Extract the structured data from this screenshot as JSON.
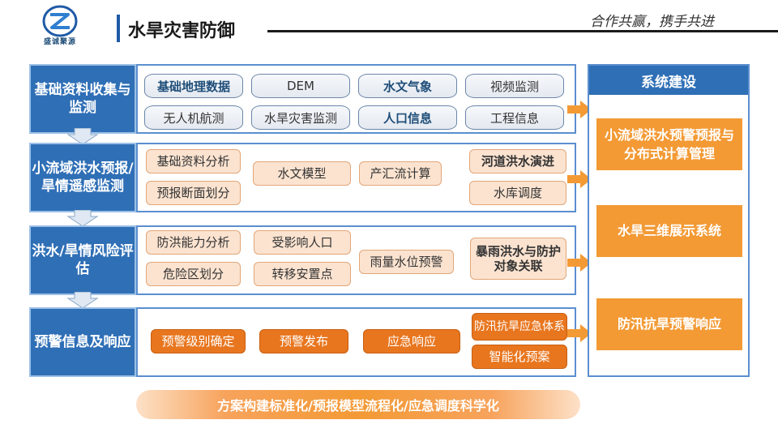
{
  "header": {
    "logo_text": "盛诚聚源",
    "title": "水旱灾害防御",
    "slogan": "合作共赢，携手共进"
  },
  "rows": {
    "r1": {
      "label": "基础资料收集与监测",
      "items": [
        "基础地理数据",
        "DEM",
        "水文气象",
        "视频监测",
        "无人机航测",
        "水旱灾害监测",
        "人口信息",
        "工程信息"
      ]
    },
    "r2": {
      "label": "小流域洪水预报/旱情遥感监测",
      "items": [
        "基础资料分析",
        "预报断面划分",
        "水文模型",
        "产汇流计算",
        "河道洪水演进",
        "水库调度"
      ]
    },
    "r3": {
      "label": "洪水/旱情风险评估",
      "items": [
        "防洪能力分析",
        "危险区划分",
        "受影响人口",
        "转移安置点",
        "雨量水位预警",
        "暴雨洪水与防护对象关联"
      ]
    },
    "r4": {
      "label": "预警信息及响应",
      "items": [
        "预警级别确定",
        "预警发布",
        "应急响应",
        "防汛抗旱应急体系",
        "智能化预案"
      ]
    }
  },
  "right_panel": {
    "title": "系统建设",
    "items": [
      "小流域洪水预警预报与分布式计算管理",
      "水旱三维展示系统",
      "防汛抗旱预警响应"
    ]
  },
  "bottom": "方案构建标准化/预报模型流程化/应急调度科学化",
  "colors": {
    "blue": "#2f6fb6",
    "orange": "#e8761f",
    "peach": "#fbe3d0",
    "right_orange": "#f39a35"
  }
}
